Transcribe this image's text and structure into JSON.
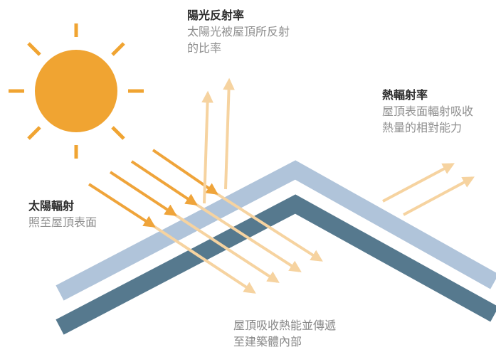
{
  "labels": {
    "reflectance": {
      "title": "陽光反射率",
      "desc": [
        "太陽光被屋頂所反射",
        "的比率"
      ]
    },
    "emissivity": {
      "title": "熱輻射率",
      "desc": [
        "屋頂表面輻射吸收",
        "熱量的相對能力"
      ]
    },
    "solar_radiation": {
      "title": "太陽輻射",
      "desc": [
        "照至屋頂表面"
      ]
    },
    "absorption": {
      "desc": [
        "屋頂吸收熱能並傳遞",
        "至建築體內部"
      ]
    }
  },
  "colors": {
    "sun": "#F0A432",
    "incoming_arrow": "#EFA43A",
    "faded_arrow": "#F6D3A0",
    "roof_top_layer": "#B0C4DA",
    "roof_bottom_layer": "#56798E",
    "title_text": "#2B2B2B",
    "desc_text": "#8F8F8F"
  },
  "icons": {
    "sun": "sun-icon"
  }
}
